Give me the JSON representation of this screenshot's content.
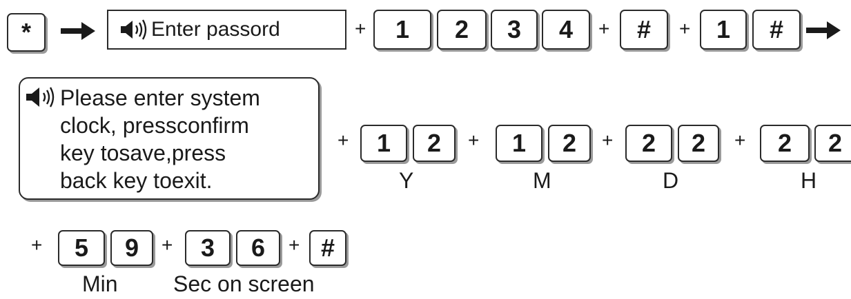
{
  "star_key": "*",
  "prompt1": {
    "text": "Enter passord",
    "icon": "speaker-icon"
  },
  "prompt2": {
    "icon": "speaker-icon",
    "lines": [
      "Please enter system",
      "clock, pressconfirm",
      "key tosave,press",
      "back key toexit."
    ]
  },
  "plus": "+",
  "row1_keys": [
    "1",
    "2",
    "3",
    "4",
    "#",
    "1",
    "#"
  ],
  "row2_keys": [
    "1",
    "2",
    "1",
    "2",
    "2",
    "2",
    "2",
    "2"
  ],
  "row2_labels": [
    "Y",
    "M",
    "D",
    "H"
  ],
  "row3_keys": [
    "5",
    "9",
    "3",
    "6",
    "#"
  ],
  "row3_labels": [
    "Min",
    "Sec on screen"
  ]
}
